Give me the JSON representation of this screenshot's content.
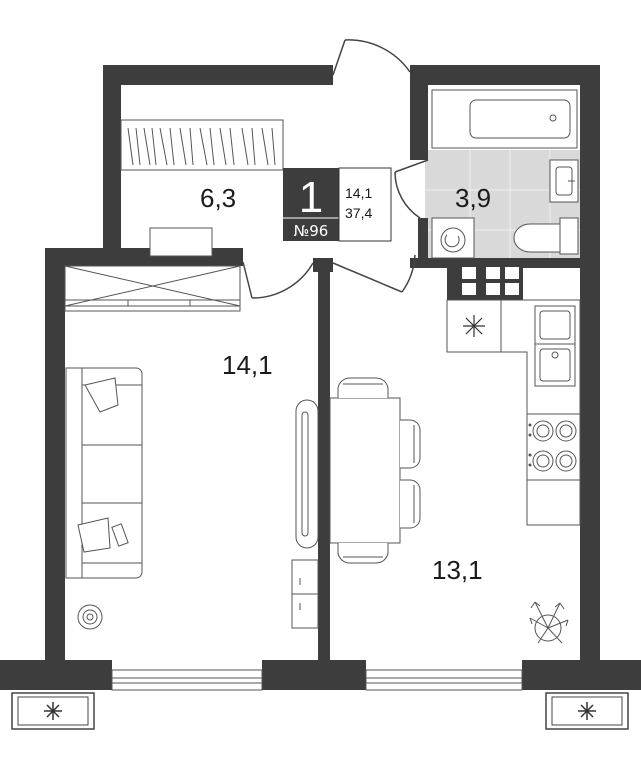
{
  "apartment": {
    "rooms_count": "1",
    "number": "№96",
    "living_area": "14,1",
    "total_area": "37,4"
  },
  "rooms": [
    {
      "id": "hall",
      "area": "6,3"
    },
    {
      "id": "bathroom",
      "area": "3,9"
    },
    {
      "id": "bedroom",
      "area": "14,1"
    },
    {
      "id": "kitchen",
      "area": "13,1"
    }
  ],
  "colors": {
    "wall": "#3d3d3d",
    "bathroom_floor": "#d9d9d9",
    "background": "#ffffff"
  }
}
